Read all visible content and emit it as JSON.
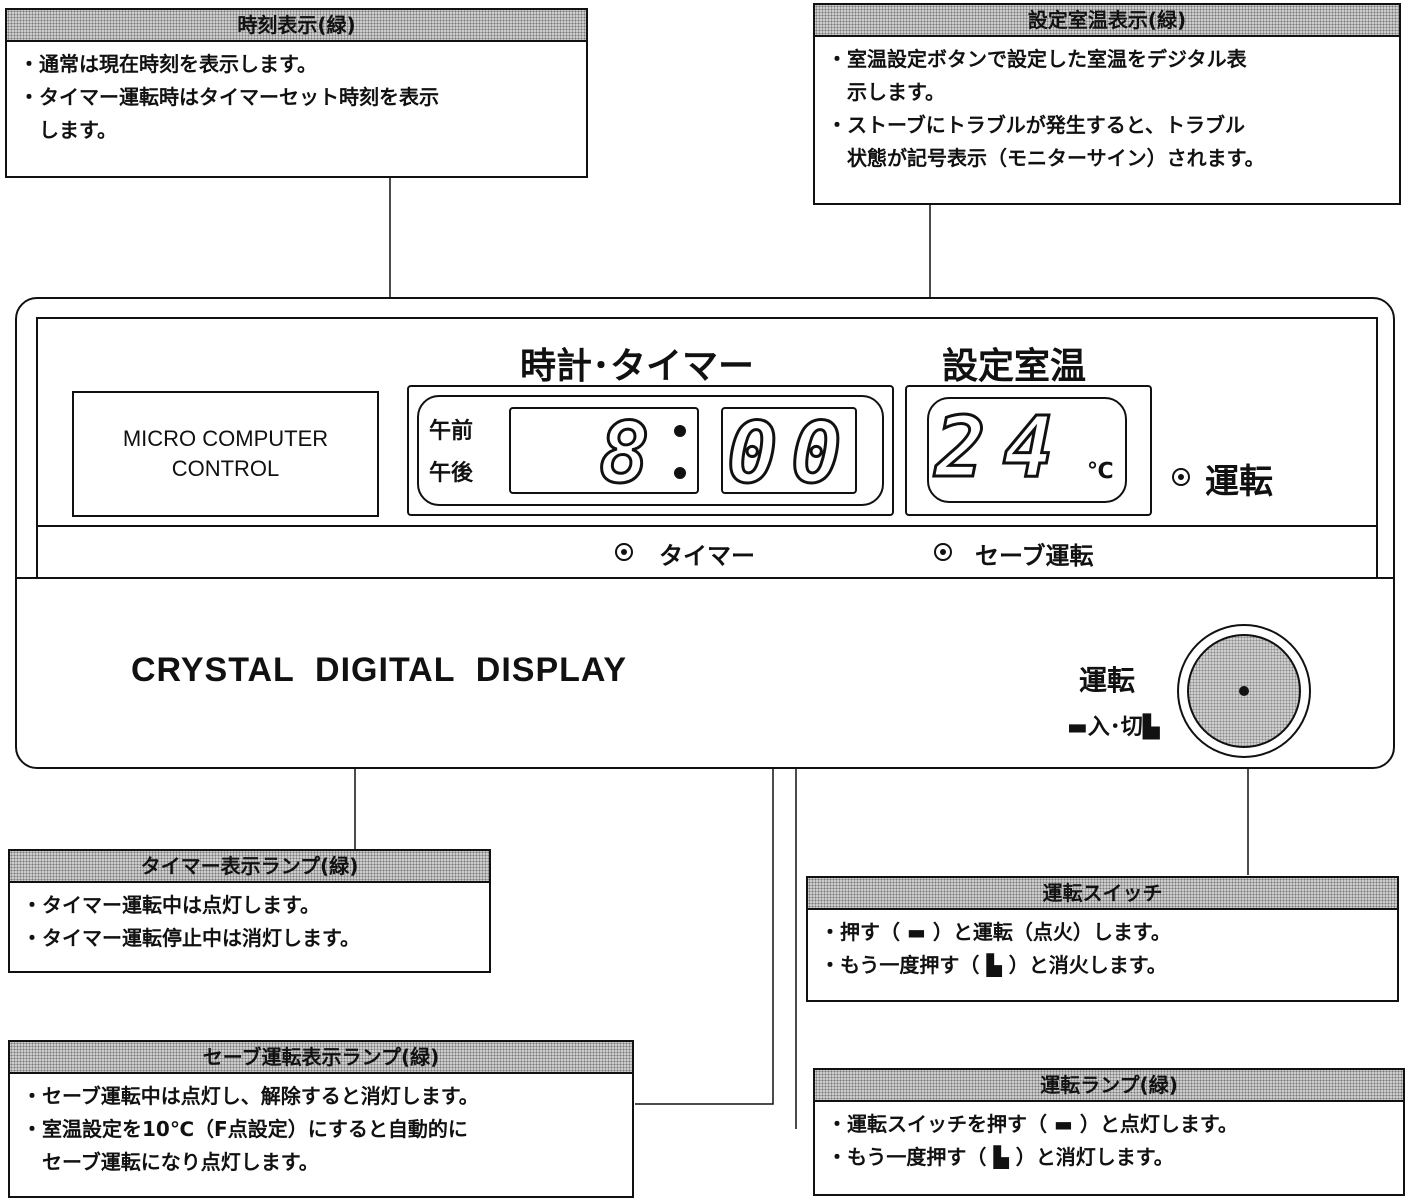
{
  "callouts": {
    "clock": {
      "title": "時刻表示(緑)",
      "lines": [
        "・通常は現在時刻を表示します。",
        "・タイマー運転時はタイマーセット時刻を表示",
        "　します。"
      ]
    },
    "temp": {
      "title": "設定室温表示(緑)",
      "lines": [
        "・室温設定ボタンで設定した室温をデジタル表",
        "　示します。",
        "・ストーブにトラブルが発生すると、トラブル",
        "　状態が記号表示（モニターサイン）されます。"
      ]
    },
    "timer_lamp": {
      "title": "タイマー表示ランプ(緑)",
      "lines": [
        "・タイマー運転中は点灯します。",
        "・タイマー運転停止中は消灯します。"
      ]
    },
    "save_lamp": {
      "title": "セーブ運転表示ランプ(緑)",
      "lines": [
        "・セーブ運転中は点灯し、解除すると消灯します。",
        "・室温設定を10℃（F点設定）にすると自動的に",
        "　セーブ運転になり点灯します。"
      ]
    },
    "switch": {
      "title": "運転スイッチ",
      "lines": [
        "・押す（ ▬ ）と運転（点火）します。",
        "・もう一度押す（ ▙ ）と消火します。"
      ]
    },
    "run_lamp": {
      "title": "運転ランプ(緑)",
      "lines": [
        "・運転スイッチを押す（ ▬ ）と点灯します。",
        "・もう一度押す（ ▙ ）と消灯します。"
      ]
    }
  },
  "panel": {
    "clock_heading": "時計･タイマー",
    "temp_heading": "設定室温",
    "micro_line1": "MICRO COMPUTER",
    "micro_line2": "CONTROL",
    "am": "午前",
    "pm": "午後",
    "hour": "8",
    "min1": "0",
    "min2": "0",
    "temp1": "2",
    "temp2": "4",
    "unit": "℃",
    "run_label": "運転",
    "timer_label": "タイマー",
    "save_label": "セーブ運転",
    "brand": "CRYSTAL  DIGITAL  DISPLAY",
    "switch_label": "運転",
    "switch_sub": "▬入･切▙"
  }
}
